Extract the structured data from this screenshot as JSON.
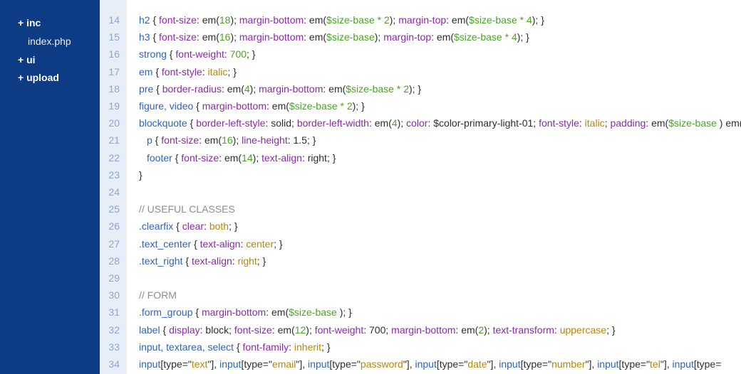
{
  "sidebar": {
    "items": [
      {
        "label": "+ inc",
        "type": "folder",
        "indent": 0
      },
      {
        "label": "index.php",
        "type": "file",
        "indent": 1
      },
      {
        "label": "+ ui",
        "type": "folder",
        "indent": 0
      },
      {
        "label": "+ upload",
        "type": "folder",
        "indent": 0
      }
    ]
  },
  "editor": {
    "lines": [
      {
        "n": "14",
        "indent": 0,
        "segs": [
          [
            "h2",
            "sel"
          ],
          [
            " { ",
            "txt"
          ],
          [
            "font-size",
            "prop"
          ],
          [
            ": em(",
            "txt"
          ],
          [
            "18",
            "num"
          ],
          [
            "); ",
            "txt"
          ],
          [
            "margin-bottom",
            "prop"
          ],
          [
            ": em(",
            "txt"
          ],
          [
            "$size-base * 2",
            "num"
          ],
          [
            "); ",
            "txt"
          ],
          [
            "margin-top",
            "prop"
          ],
          [
            ": em(",
            "txt"
          ],
          [
            "$size-base * 4",
            "num"
          ],
          [
            "); }",
            "txt"
          ]
        ]
      },
      {
        "n": "15",
        "indent": 0,
        "segs": [
          [
            "h3",
            "sel"
          ],
          [
            " { ",
            "txt"
          ],
          [
            "font-size",
            "prop"
          ],
          [
            ": em(",
            "txt"
          ],
          [
            "16",
            "num"
          ],
          [
            "); ",
            "txt"
          ],
          [
            "margin-bottom",
            "prop"
          ],
          [
            ": em(",
            "txt"
          ],
          [
            "$size-base",
            "num"
          ],
          [
            "); ",
            "txt"
          ],
          [
            "margin-top",
            "prop"
          ],
          [
            ": em(",
            "txt"
          ],
          [
            "$size-base * 4",
            "num"
          ],
          [
            "); }",
            "txt"
          ]
        ]
      },
      {
        "n": "16",
        "indent": 0,
        "segs": [
          [
            "strong",
            "sel"
          ],
          [
            " { ",
            "txt"
          ],
          [
            "font-weight",
            "prop"
          ],
          [
            ": ",
            "txt"
          ],
          [
            "700",
            "num"
          ],
          [
            "; }",
            "txt"
          ]
        ]
      },
      {
        "n": "17",
        "indent": 0,
        "segs": [
          [
            "em",
            "sel"
          ],
          [
            " { ",
            "txt"
          ],
          [
            "font-style",
            "prop"
          ],
          [
            ": ",
            "txt"
          ],
          [
            "italic",
            "kw"
          ],
          [
            "; }",
            "txt"
          ]
        ]
      },
      {
        "n": "18",
        "indent": 0,
        "segs": [
          [
            "pre",
            "sel"
          ],
          [
            " { ",
            "txt"
          ],
          [
            "border-radius",
            "prop"
          ],
          [
            ": em(",
            "txt"
          ],
          [
            "4",
            "num"
          ],
          [
            "); ",
            "txt"
          ],
          [
            "margin-bottom",
            "prop"
          ],
          [
            ": em(",
            "txt"
          ],
          [
            "$size-base * 2",
            "num"
          ],
          [
            "); }",
            "txt"
          ]
        ]
      },
      {
        "n": "19",
        "indent": 0,
        "segs": [
          [
            "figure, video",
            "sel"
          ],
          [
            " { ",
            "txt"
          ],
          [
            "margin-bottom",
            "prop"
          ],
          [
            ": em(",
            "txt"
          ],
          [
            "$size-base * 2",
            "num"
          ],
          [
            "); }",
            "txt"
          ]
        ]
      },
      {
        "n": "20",
        "indent": 0,
        "segs": [
          [
            "blockquote",
            "sel"
          ],
          [
            " { ",
            "txt"
          ],
          [
            "border-left-style",
            "prop"
          ],
          [
            ": solid; ",
            "txt"
          ],
          [
            "border-left-width",
            "prop"
          ],
          [
            ": em(",
            "txt"
          ],
          [
            "4",
            "num"
          ],
          [
            "); ",
            "txt"
          ],
          [
            "color",
            "prop"
          ],
          [
            ": $color-primary-light-01; ",
            "txt"
          ],
          [
            "font-style",
            "prop"
          ],
          [
            ": ",
            "txt"
          ],
          [
            "italic",
            "kw"
          ],
          [
            "; ",
            "txt"
          ],
          [
            "padding",
            "prop"
          ],
          [
            ": em(",
            "txt"
          ],
          [
            "$size-base",
            "num"
          ],
          [
            " ) em(",
            "txt"
          ]
        ]
      },
      {
        "n": "21",
        "indent": 1,
        "segs": [
          [
            "p",
            "sel"
          ],
          [
            " { ",
            "txt"
          ],
          [
            "font-size",
            "prop"
          ],
          [
            ": em(",
            "txt"
          ],
          [
            "16",
            "num"
          ],
          [
            "); ",
            "txt"
          ],
          [
            "line-height",
            "prop"
          ],
          [
            ": 1.5; }",
            "txt"
          ]
        ]
      },
      {
        "n": "22",
        "indent": 1,
        "segs": [
          [
            "footer",
            "sel"
          ],
          [
            " { ",
            "txt"
          ],
          [
            "font-size",
            "prop"
          ],
          [
            ": em(",
            "txt"
          ],
          [
            "14",
            "num"
          ],
          [
            "); ",
            "txt"
          ],
          [
            "text-align",
            "prop"
          ],
          [
            ": right; }",
            "txt"
          ]
        ]
      },
      {
        "n": "23",
        "indent": 0,
        "segs": [
          [
            "}",
            "txt"
          ]
        ]
      },
      {
        "n": "24",
        "indent": 0,
        "segs": []
      },
      {
        "n": "25",
        "indent": 0,
        "segs": [
          [
            "// USEFUL CLASSES",
            "cmt"
          ]
        ]
      },
      {
        "n": "26",
        "indent": 0,
        "segs": [
          [
            ".clearfix",
            "sel"
          ],
          [
            " { ",
            "txt"
          ],
          [
            "clear",
            "prop"
          ],
          [
            ": ",
            "txt"
          ],
          [
            "both",
            "kw"
          ],
          [
            "; }",
            "txt"
          ]
        ]
      },
      {
        "n": "27",
        "indent": 0,
        "segs": [
          [
            ".text_center",
            "sel"
          ],
          [
            " { ",
            "txt"
          ],
          [
            "text-align",
            "prop"
          ],
          [
            ": ",
            "txt"
          ],
          [
            "center",
            "kw"
          ],
          [
            "; }",
            "txt"
          ]
        ]
      },
      {
        "n": "28",
        "indent": 0,
        "segs": [
          [
            ".text_right",
            "sel"
          ],
          [
            " { ",
            "txt"
          ],
          [
            "text-align",
            "prop"
          ],
          [
            ": ",
            "txt"
          ],
          [
            "right",
            "kw"
          ],
          [
            "; }",
            "txt"
          ]
        ]
      },
      {
        "n": "29",
        "indent": 0,
        "segs": []
      },
      {
        "n": "30",
        "indent": 0,
        "segs": [
          [
            "// FORM",
            "cmt"
          ]
        ]
      },
      {
        "n": "31",
        "indent": 0,
        "segs": [
          [
            ".form_group",
            "sel"
          ],
          [
            " { ",
            "txt"
          ],
          [
            "margin-bottom",
            "prop"
          ],
          [
            ": em(",
            "txt"
          ],
          [
            "$size-base",
            "num"
          ],
          [
            " ); }",
            "txt"
          ]
        ]
      },
      {
        "n": "32",
        "indent": 0,
        "segs": [
          [
            "label",
            "sel"
          ],
          [
            " { ",
            "txt"
          ],
          [
            "display",
            "prop"
          ],
          [
            ": block; ",
            "txt"
          ],
          [
            "font-size",
            "prop"
          ],
          [
            ": em(",
            "txt"
          ],
          [
            "12",
            "num"
          ],
          [
            "); ",
            "txt"
          ],
          [
            "font-weight",
            "prop"
          ],
          [
            ": 700; ",
            "txt"
          ],
          [
            "margin-bottom",
            "prop"
          ],
          [
            ": em(",
            "txt"
          ],
          [
            "2",
            "num"
          ],
          [
            "); ",
            "txt"
          ],
          [
            "text-transform",
            "prop"
          ],
          [
            ": ",
            "txt"
          ],
          [
            "uppercase",
            "kw"
          ],
          [
            "; }",
            "txt"
          ]
        ]
      },
      {
        "n": "33",
        "indent": 0,
        "segs": [
          [
            "input, textarea, select",
            "sel"
          ],
          [
            " { ",
            "txt"
          ],
          [
            "font-family",
            "prop"
          ],
          [
            ": ",
            "txt"
          ],
          [
            "inherit",
            "kw"
          ],
          [
            "; }",
            "txt"
          ]
        ]
      },
      {
        "n": "34",
        "indent": 0,
        "segs": [
          [
            "input",
            "sel"
          ],
          [
            "[type=\"",
            "txt"
          ],
          [
            "text",
            "kw"
          ],
          [
            "\"], ",
            "txt"
          ],
          [
            "input",
            "sel"
          ],
          [
            "[type=\"",
            "txt"
          ],
          [
            "email",
            "kw"
          ],
          [
            "\"], ",
            "txt"
          ],
          [
            "input",
            "sel"
          ],
          [
            "[type=\"",
            "txt"
          ],
          [
            "password",
            "kw"
          ],
          [
            "\"], ",
            "txt"
          ],
          [
            "input",
            "sel"
          ],
          [
            "[type=\"",
            "txt"
          ],
          [
            "date",
            "kw"
          ],
          [
            "\"], ",
            "txt"
          ],
          [
            "input",
            "sel"
          ],
          [
            "[type=\"",
            "txt"
          ],
          [
            "number",
            "kw"
          ],
          [
            "\"], ",
            "txt"
          ],
          [
            "input",
            "sel"
          ],
          [
            "[type=\"",
            "txt"
          ],
          [
            "tel",
            "kw"
          ],
          [
            "\"], ",
            "txt"
          ],
          [
            "input",
            "sel"
          ],
          [
            "[type=",
            "txt"
          ]
        ]
      }
    ]
  }
}
